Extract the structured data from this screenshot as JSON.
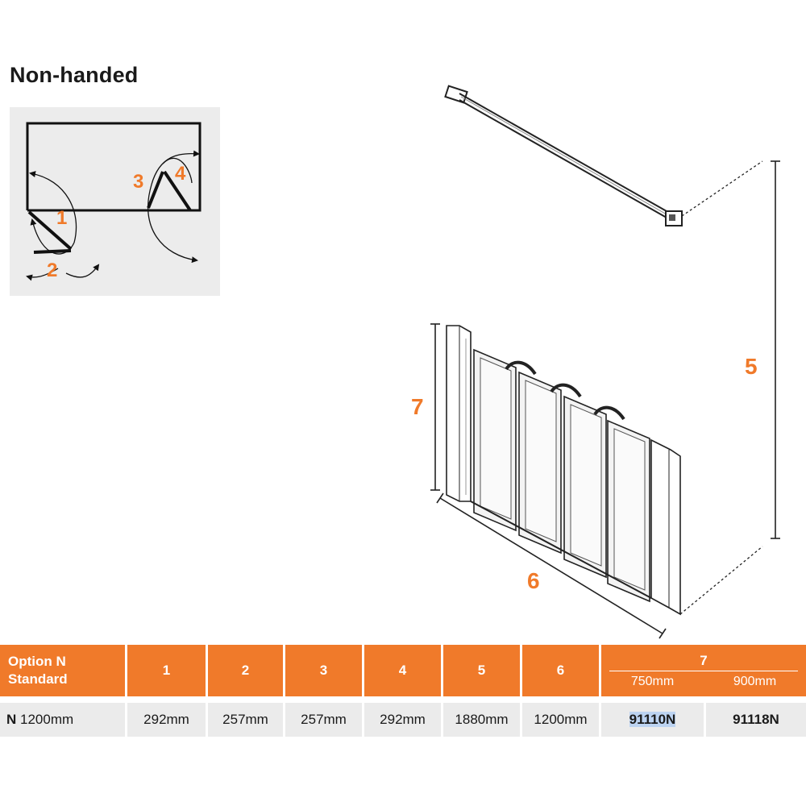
{
  "title": "Non-handed",
  "plan_labels": {
    "l1": "1",
    "l2": "2",
    "l3": "3",
    "l4": "4"
  },
  "drawing_labels": {
    "l5": "5",
    "l6": "6",
    "l7": "7"
  },
  "colors": {
    "accent": "#f07a2a",
    "row_bg": "#ebebeb",
    "panel_bg": "#ececec"
  },
  "table": {
    "header_option": "Option N",
    "header_standard": "Standard",
    "col1": "1",
    "col2": "2",
    "col3": "3",
    "col4": "4",
    "col5": "5",
    "col6": "6",
    "col7": "7",
    "col7_sub1": "750mm",
    "col7_sub2": "900mm",
    "row": {
      "option_letter": "N",
      "size": "1200mm",
      "v1": "292mm",
      "v2": "257mm",
      "v3": "257mm",
      "v4": "292mm",
      "v5": "1880mm",
      "v6": "1200mm",
      "code750": "91110N",
      "code900": "91118N"
    }
  }
}
